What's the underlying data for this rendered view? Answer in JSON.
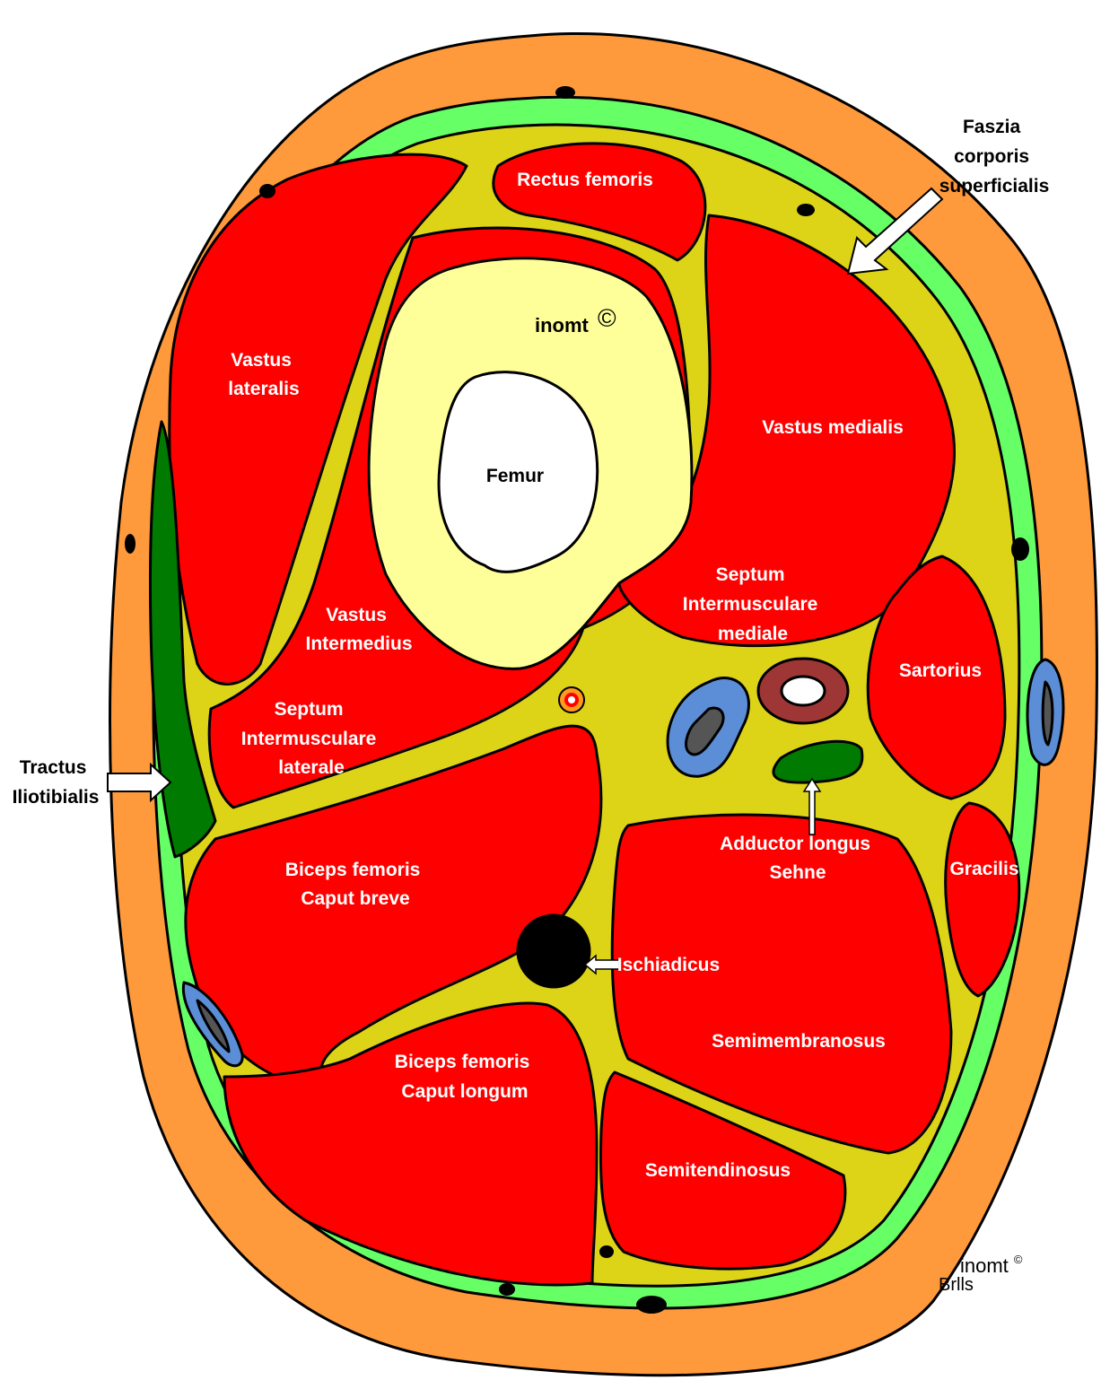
{
  "labels": {
    "rectus_femoris": "Rectus femoris",
    "faszia": [
      "Faszia",
      "corporis",
      "superficialis"
    ],
    "vastus_lateralis": [
      "Vastus",
      "lateralis"
    ],
    "vastus_medialis": "Vastus medialis",
    "femur": "Femur",
    "vastus_intermedius": [
      "Vastus",
      "Intermedius"
    ],
    "septum_mediale": [
      "Septum",
      "Intermusculare",
      "mediale"
    ],
    "septum_laterale": [
      "Septum",
      "Intermusculare",
      "laterale"
    ],
    "sartorius": "Sartorius",
    "tractus": [
      "Tractus",
      "Iliotibialis"
    ],
    "adductor": [
      "Adductor longus",
      "Sehne"
    ],
    "gracilis": "Gracilis",
    "biceps_breve": [
      "Biceps femoris",
      "Caput breve"
    ],
    "ischiadicus": "Ischiadicus",
    "biceps_longum": [
      "Biceps femoris",
      "Caput longum"
    ],
    "semimembranosus": "Semimembranosus",
    "semitendinosus": "Semitendinosus"
  },
  "watermark": {
    "center_text": "inomt",
    "center_symbol": "©",
    "corner_text": "inomt",
    "corner_symbol": "©",
    "corner_sub": "Brlls"
  },
  "colors": {
    "skin": "#FF9A3C",
    "fascia": "#66FF66",
    "fat": "#DDD317",
    "muscle": "#FF0000",
    "bone_cortex": "#FFFF99",
    "marrow": "#FFFFFF",
    "vein": "#5B8ED6",
    "artery": "#9E3636",
    "tendon": "#007A00",
    "nerve": "#000000"
  }
}
